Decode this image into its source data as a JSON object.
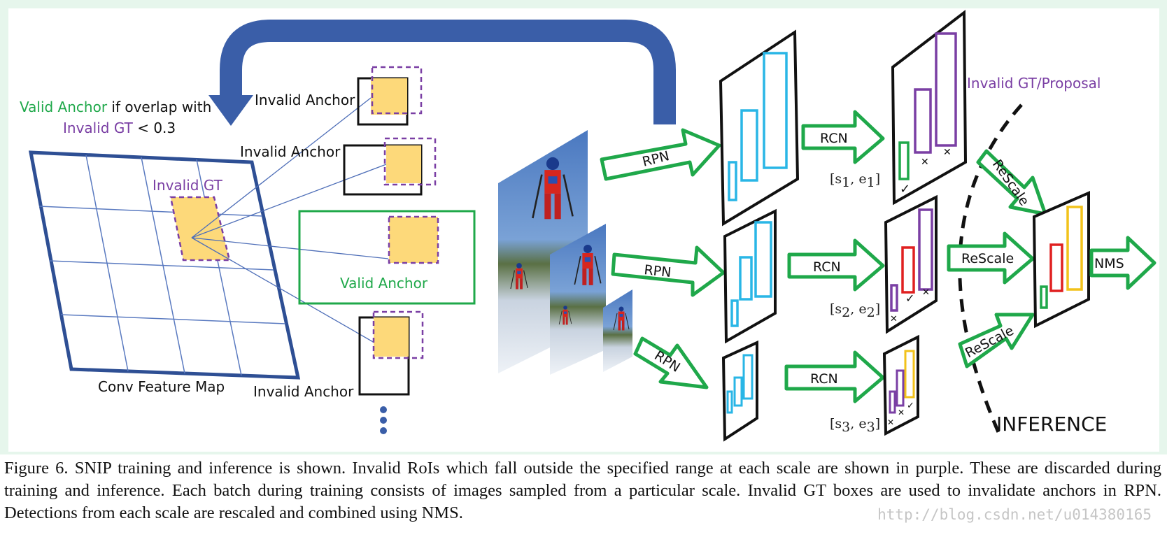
{
  "labels": {
    "valid_anchor_prefix": "Valid Anchor",
    "overlap_suffix": " if overlap with",
    "invalid_gt_cond": "Invalid GT",
    "threshold": " < 0.3",
    "invalid_anchor": "Invalid Anchor",
    "invalid_gt": "Invalid GT",
    "valid_anchor": "Valid Anchor",
    "conv_feature_map": "Conv Feature Map",
    "rpn": "RPN",
    "rcn": "RCN",
    "rescale": "ReScale",
    "nms": "NMS",
    "invalid_gt_proposal": "Invalid GT/Proposal",
    "inference": "INFERENCE",
    "range1_s": "[s",
    "range1_sub_s": "1",
    "range1_e": ", e",
    "range1_sub_e": "1",
    "range1_end": "]",
    "range2_s": "[s",
    "range2_sub_s": "2",
    "range2_e": ", e",
    "range2_sub_e": "2",
    "range2_end": "]",
    "range3_s": "[s",
    "range3_sub_s": "3",
    "range3_e": ", e",
    "range3_sub_e": "3",
    "range3_end": "]"
  },
  "caption": "Figure 6. SNIP training and inference is shown. Invalid RoIs which fall outside the specified range at each scale are shown in purple. These are discarded during training and inference. Each batch during training consists of images sampled from a particular scale. Invalid GT boxes are used to invalidate anchors in RPN. Detections from each scale are rescaled and combined using NMS.",
  "watermark": "http://blog.csdn.net/u014380165",
  "colors": {
    "green": "#1fa84a",
    "purple": "#7a3fa4",
    "blue_arrow": "#3a5ea8",
    "grid_blue": "#2e4f94",
    "cyan": "#29b6e6",
    "red": "#e02020",
    "yellow": "#f2c21a",
    "gt_fill": "#fdd97a"
  },
  "icons": {
    "check": "check-mark-icon",
    "cross": "cross-mark-icon",
    "dots": "vertical-ellipsis-icon"
  }
}
